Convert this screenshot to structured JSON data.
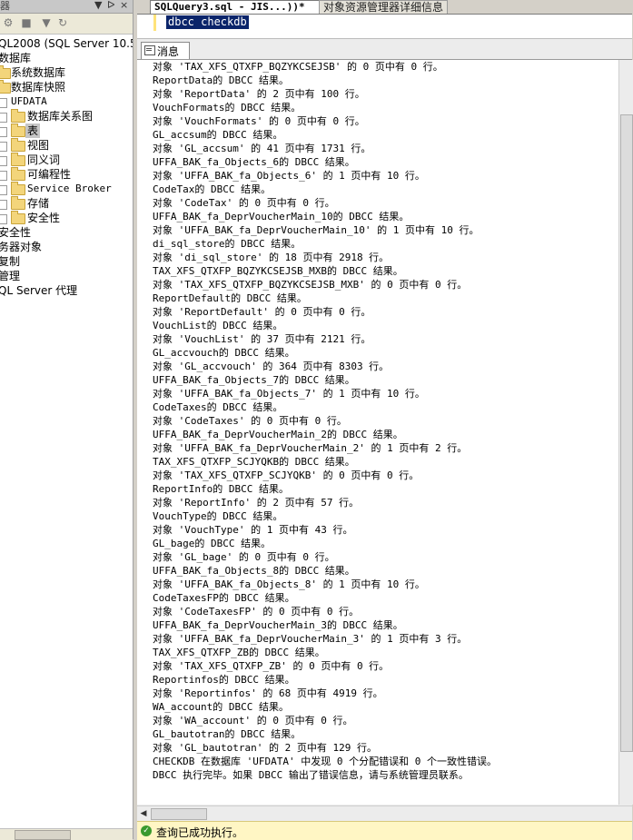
{
  "left_panel": {
    "title": "器",
    "pin_glyph": "▼",
    "pin2_glyph": "ᐅ",
    "close_glyph": "×",
    "tree": [
      {
        "label": "QL2008 (SQL Server 10.50"
      },
      {
        "label": "数据库"
      },
      {
        "label": "系统数据库"
      },
      {
        "label": "数据库快照"
      },
      {
        "label": "UFDATA"
      },
      {
        "label": "数据库关系图"
      },
      {
        "label": "表"
      },
      {
        "label": "视图"
      },
      {
        "label": "同义词"
      },
      {
        "label": "可编程性"
      },
      {
        "label": "Service Broker"
      },
      {
        "label": "存储"
      },
      {
        "label": "安全性"
      },
      {
        "label": "安全性"
      },
      {
        "label": "务器对象"
      },
      {
        "label": "复制"
      },
      {
        "label": "管理"
      },
      {
        "label": "QL Server 代理"
      }
    ]
  },
  "editor": {
    "tabs": [
      {
        "label": "SQLQuery3.sql - JIS...))*"
      },
      {
        "label": "对象资源管理器详细信息"
      }
    ],
    "code": "dbcc checkdb"
  },
  "results": {
    "tab_label": "消息",
    "messages": [
      "对象 'TAX_XFS_QTXFP_BQZYKCSEJSB' 的 0 页中有 0 行。",
      "ReportData的 DBCC 结果。",
      "对象 'ReportData' 的 2 页中有 100 行。",
      "VouchFormats的 DBCC 结果。",
      "对象 'VouchFormats' 的 0 页中有 0 行。",
      "GL_accsum的 DBCC 结果。",
      "对象 'GL_accsum' 的 41 页中有 1731 行。",
      "UFFA_BAK_fa_Objects_6的 DBCC 结果。",
      "对象 'UFFA_BAK_fa_Objects_6' 的 1 页中有 10 行。",
      "CodeTax的 DBCC 结果。",
      "对象 'CodeTax' 的 0 页中有 0 行。",
      "UFFA_BAK_fa_DeprVoucherMain_10的 DBCC 结果。",
      "对象 'UFFA_BAK_fa_DeprVoucherMain_10' 的 1 页中有 10 行。",
      "di_sql_store的 DBCC 结果。",
      "对象 'di_sql_store' 的 18 页中有 2918 行。",
      "TAX_XFS_QTXFP_BQZYKCSEJSB_MXB的 DBCC 结果。",
      "对象 'TAX_XFS_QTXFP_BQZYKCSEJSB_MXB' 的 0 页中有 0 行。",
      "ReportDefault的 DBCC 结果。",
      "对象 'ReportDefault' 的 0 页中有 0 行。",
      "VouchList的 DBCC 结果。",
      "对象 'VouchList' 的 37 页中有 2121 行。",
      "GL_accvouch的 DBCC 结果。",
      "对象 'GL_accvouch' 的 364 页中有 8303 行。",
      "UFFA_BAK_fa_Objects_7的 DBCC 结果。",
      "对象 'UFFA_BAK_fa_Objects_7' 的 1 页中有 10 行。",
      "CodeTaxes的 DBCC 结果。",
      "对象 'CodeTaxes' 的 0 页中有 0 行。",
      "UFFA_BAK_fa_DeprVoucherMain_2的 DBCC 结果。",
      "对象 'UFFA_BAK_fa_DeprVoucherMain_2' 的 1 页中有 2 行。",
      "TAX_XFS_QTXFP_SCJYQKB的 DBCC 结果。",
      "对象 'TAX_XFS_QTXFP_SCJYQKB' 的 0 页中有 0 行。",
      "ReportInfo的 DBCC 结果。",
      "对象 'ReportInfo' 的 2 页中有 57 行。",
      "VouchType的 DBCC 结果。",
      "对象 'VouchType' 的 1 页中有 43 行。",
      "GL_bage的 DBCC 结果。",
      "对象 'GL_bage' 的 0 页中有 0 行。",
      "UFFA_BAK_fa_Objects_8的 DBCC 结果。",
      "对象 'UFFA_BAK_fa_Objects_8' 的 1 页中有 10 行。",
      "CodeTaxesFP的 DBCC 结果。",
      "对象 'CodeTaxesFP' 的 0 页中有 0 行。",
      "UFFA_BAK_fa_DeprVoucherMain_3的 DBCC 结果。",
      "对象 'UFFA_BAK_fa_DeprVoucherMain_3' 的 1 页中有 3 行。",
      "TAX_XFS_QTXFP_ZB的 DBCC 结果。",
      "对象 'TAX_XFS_QTXFP_ZB' 的 0 页中有 0 行。",
      "Reportinfos的 DBCC 结果。",
      "对象 'Reportinfos' 的 68 页中有 4919 行。",
      "WA_account的 DBCC 结果。",
      "对象 'WA_account' 的 0 页中有 0 行。",
      "GL_bautotran的 DBCC 结果。",
      "对象 'GL_bautotran' 的 2 页中有 129 行。",
      "CHECKDB 在数据库 'UFDATA' 中发现 0 个分配错误和 0 个一致性错误。",
      "DBCC 执行完毕。如果 DBCC 输出了错误信息，请与系统管理员联系。"
    ]
  },
  "status": {
    "text": "查询已成功执行。",
    "icon": "success-check-icon",
    "color": "#fff6c4"
  }
}
